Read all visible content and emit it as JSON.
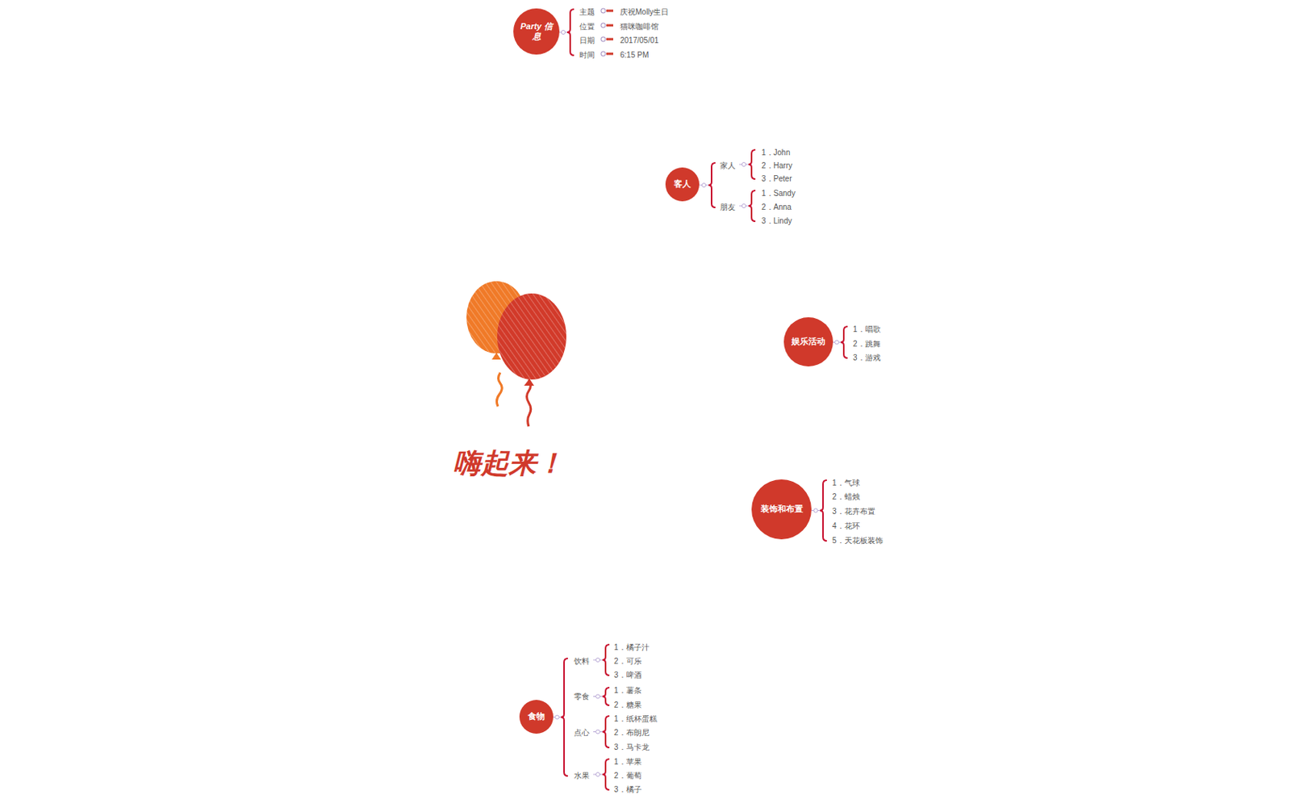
{
  "diagram": {
    "title": "嗨起来！",
    "nodes": [
      {
        "text": [
          "Party 信息"
        ]
      },
      {
        "text": [
          "客人"
        ]
      },
      {
        "text": [
          "娱乐活动"
        ]
      },
      {
        "text": [
          "装饰和布置"
        ]
      },
      {
        "text": [
          "食物"
        ]
      }
    ],
    "labels": [
      "主题",
      "庆祝Molly生日",
      "位置",
      "猫咪咖啡馆",
      "日期",
      "2017/05/01",
      "时间",
      "6:15 PM",
      "家人",
      "1．John",
      "2．Harry",
      "3．Peter",
      "朋友",
      "1．Sandy",
      "2．Anna",
      "3．Lindy",
      "1．唱歌",
      "2．跳舞",
      "3．游戏",
      "1．气球",
      "2．蜡烛",
      "3．花卉布置",
      "4．花环",
      "5．天花板装饰",
      "饮料",
      "1．橘子汁",
      "2．可乐",
      "3．啤酒",
      "零食",
      "1．薯条",
      "2．糖果",
      "点心",
      "1．纸杯蛋糕",
      "2．布朗尼",
      "3．马卡龙",
      "水果",
      "1．苹果",
      "2．葡萄",
      "3．橘子"
    ]
  }
}
